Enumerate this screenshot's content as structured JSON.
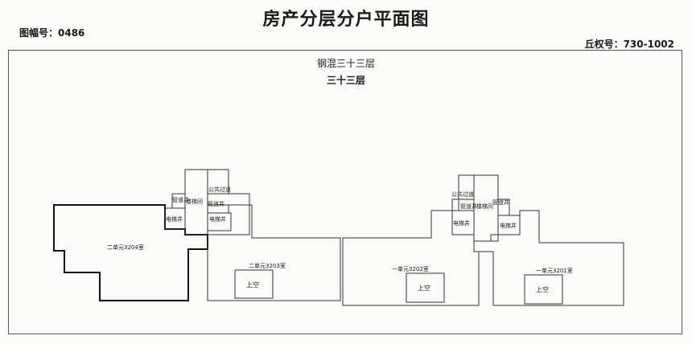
{
  "header": {
    "title": "房产分层分户平面图",
    "sheet_no": "图幅号：0486",
    "parcel_no": "丘权号：730-1002"
  },
  "floor": {
    "structure": "钢混三十三层",
    "name": "三十三层"
  },
  "units": {
    "u3204": "二单元3204室",
    "u3203": "二单元3203室",
    "u3202": "一单元3202室",
    "u3201": "一单元3201室"
  },
  "shafts": {
    "pipe_well": "管道井",
    "stair": "楼梯间",
    "elevator": "电梯井",
    "corridor": "公共过道"
  },
  "voids": {
    "label": "上空"
  }
}
